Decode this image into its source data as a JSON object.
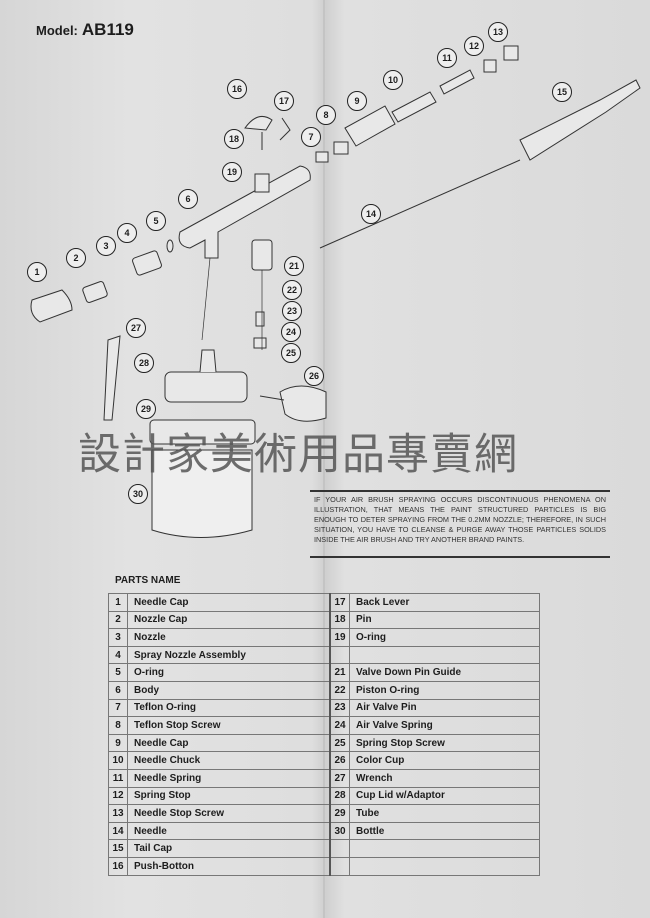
{
  "header": {
    "model_label": "Model:",
    "model_value": "AB119"
  },
  "callouts": [
    "1",
    "2",
    "3",
    "4",
    "5",
    "6",
    "7",
    "8",
    "9",
    "10",
    "11",
    "12",
    "13",
    "14",
    "15",
    "16",
    "17",
    "18",
    "19",
    "21",
    "22",
    "23",
    "24",
    "25",
    "26",
    "27",
    "28",
    "29",
    "30"
  ],
  "watermark": "設計家美術用品專賣網",
  "notice": "If your air brush spraying occurs discontinuous phenomena on illustration, that means the paint structured particles is big enough to deter spraying from the 0.2mm nozzle; therefore, in such situation, you have to cleanse & purge away those particles solids inside the air brush and try another brand paints.",
  "parts": {
    "title": "PARTS NAME",
    "left": [
      {
        "no": "1",
        "name": "Needle Cap"
      },
      {
        "no": "2",
        "name": "Nozzle Cap"
      },
      {
        "no": "3",
        "name": "Nozzle"
      },
      {
        "no": "4",
        "name": "Spray Nozzle Assembly"
      },
      {
        "no": "5",
        "name": "O-ring"
      },
      {
        "no": "6",
        "name": "Body"
      },
      {
        "no": "7",
        "name": "Teflon O-ring"
      },
      {
        "no": "8",
        "name": "Teflon Stop Screw"
      },
      {
        "no": "9",
        "name": "Needle Cap"
      },
      {
        "no": "10",
        "name": "Needle Chuck"
      },
      {
        "no": "11",
        "name": "Needle Spring"
      },
      {
        "no": "12",
        "name": "Spring Stop"
      },
      {
        "no": "13",
        "name": "Needle Stop Screw"
      },
      {
        "no": "14",
        "name": "Needle"
      },
      {
        "no": "15",
        "name": "Tail Cap"
      },
      {
        "no": "16",
        "name": "Push-Botton"
      }
    ],
    "right": [
      {
        "no": "17",
        "name": "Back Lever"
      },
      {
        "no": "18",
        "name": "Pin"
      },
      {
        "no": "19",
        "name": "O-ring"
      },
      {
        "no": "",
        "name": ""
      },
      {
        "no": "21",
        "name": "Valve Down Pin Guide"
      },
      {
        "no": "22",
        "name": "Piston O-ring"
      },
      {
        "no": "23",
        "name": "Air Valve  Pin"
      },
      {
        "no": "24",
        "name": "Air Valve Spring"
      },
      {
        "no": "25",
        "name": "Spring Stop Screw"
      },
      {
        "no": "26",
        "name": "Color Cup"
      },
      {
        "no": "27",
        "name": "Wrench"
      },
      {
        "no": "28",
        "name": "Cup Lid w/Adaptor"
      },
      {
        "no": "29",
        "name": "Tube"
      },
      {
        "no": "30",
        "name": "Bottle"
      },
      {
        "no": "",
        "name": ""
      },
      {
        "no": "",
        "name": ""
      }
    ]
  }
}
